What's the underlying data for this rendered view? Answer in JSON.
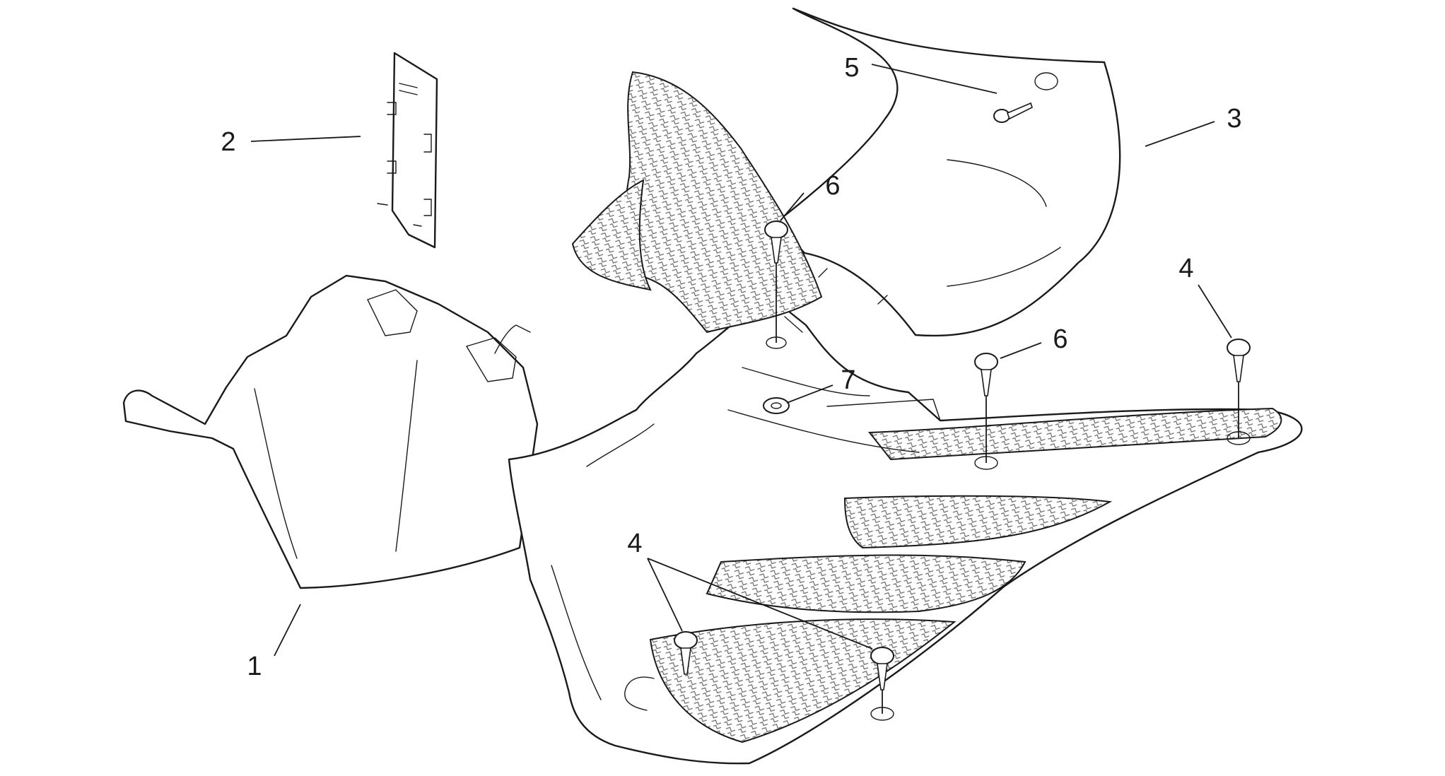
{
  "callouts": [
    {
      "label": "1"
    },
    {
      "label": "2"
    },
    {
      "label": "3"
    },
    {
      "label": "4"
    },
    {
      "label": "4"
    },
    {
      "label": "5"
    },
    {
      "label": "6"
    },
    {
      "label": "6"
    },
    {
      "label": "7"
    }
  ],
  "colors": {
    "line": "#1a1a1a",
    "background": "#ffffff"
  }
}
